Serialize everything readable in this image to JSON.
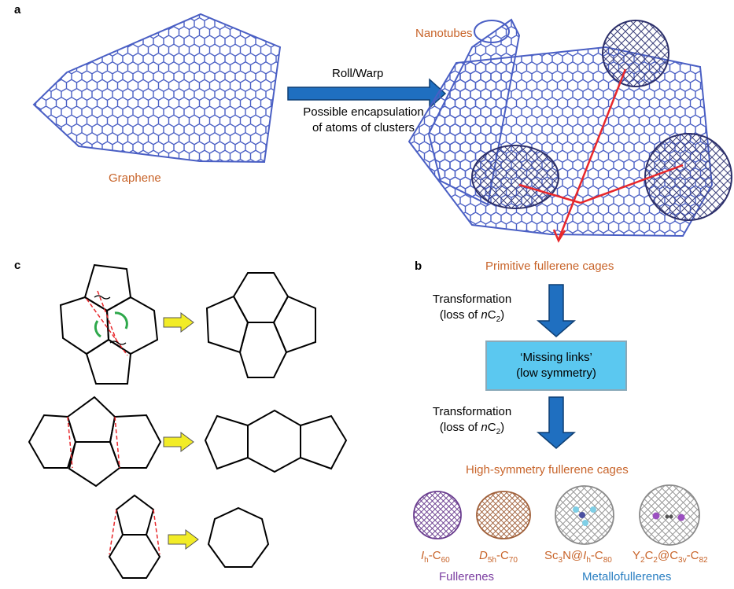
{
  "panels": {
    "a": "a",
    "b": "b",
    "c": "c"
  },
  "panel_a": {
    "graphene_label": "Graphene",
    "nanotubes_label": "Nanotubes",
    "arrow_top_label": "Roll/Warp",
    "arrow_bottom_label_1": "Possible encapsulation",
    "arrow_bottom_label_2": "of atoms of clusters"
  },
  "panel_b": {
    "primitive_label": "Primitive fullerene cages",
    "transformation_label": "Transformation",
    "loss_prefix": "(loss of ",
    "loss_n": "n",
    "loss_c": "C",
    "loss_sub": "2",
    "loss_suffix": ")",
    "missing_links_1": "‘Missing links’",
    "missing_links_2": "(low symmetry)",
    "high_symmetry_label": "High-symmetry fullerene cages",
    "molecules": [
      {
        "p1": "I",
        "s1": "h",
        "p2": "-C",
        "s2": "60"
      },
      {
        "p1": "D",
        "s1": "5h",
        "p2": "-C",
        "s2": "70"
      },
      {
        "p1": "Sc",
        "s1": "3",
        "p2": "N@",
        "s2": "",
        "p3": "I",
        "s3": "h",
        "p4": "-C",
        "s4": "80"
      },
      {
        "p1": "Y",
        "s1": "2",
        "p2": "C",
        "s2": "2",
        "p3": "@C",
        "s3": "3v",
        "p4": "-C",
        "s4": "82"
      }
    ],
    "fullerenes_label": "Fullerenes",
    "metallofullerenes_label": "Metallofullerenes"
  },
  "colors": {
    "orange_text": "#c8642a",
    "lattice_blue": "#4a5fc4",
    "arrow_blue": "#1f6fc0",
    "missing_box": "#5bc8f0",
    "red_line": "#e8272b",
    "yellow_arrow": "#f2ec27",
    "green_arrow": "#2ea84b",
    "purple_cage": "#6a3d8f",
    "brown_cage": "#a0603a",
    "fullerenes_text": "#7a3ca0",
    "metallofullerenes_text": "#2a7fc2"
  }
}
